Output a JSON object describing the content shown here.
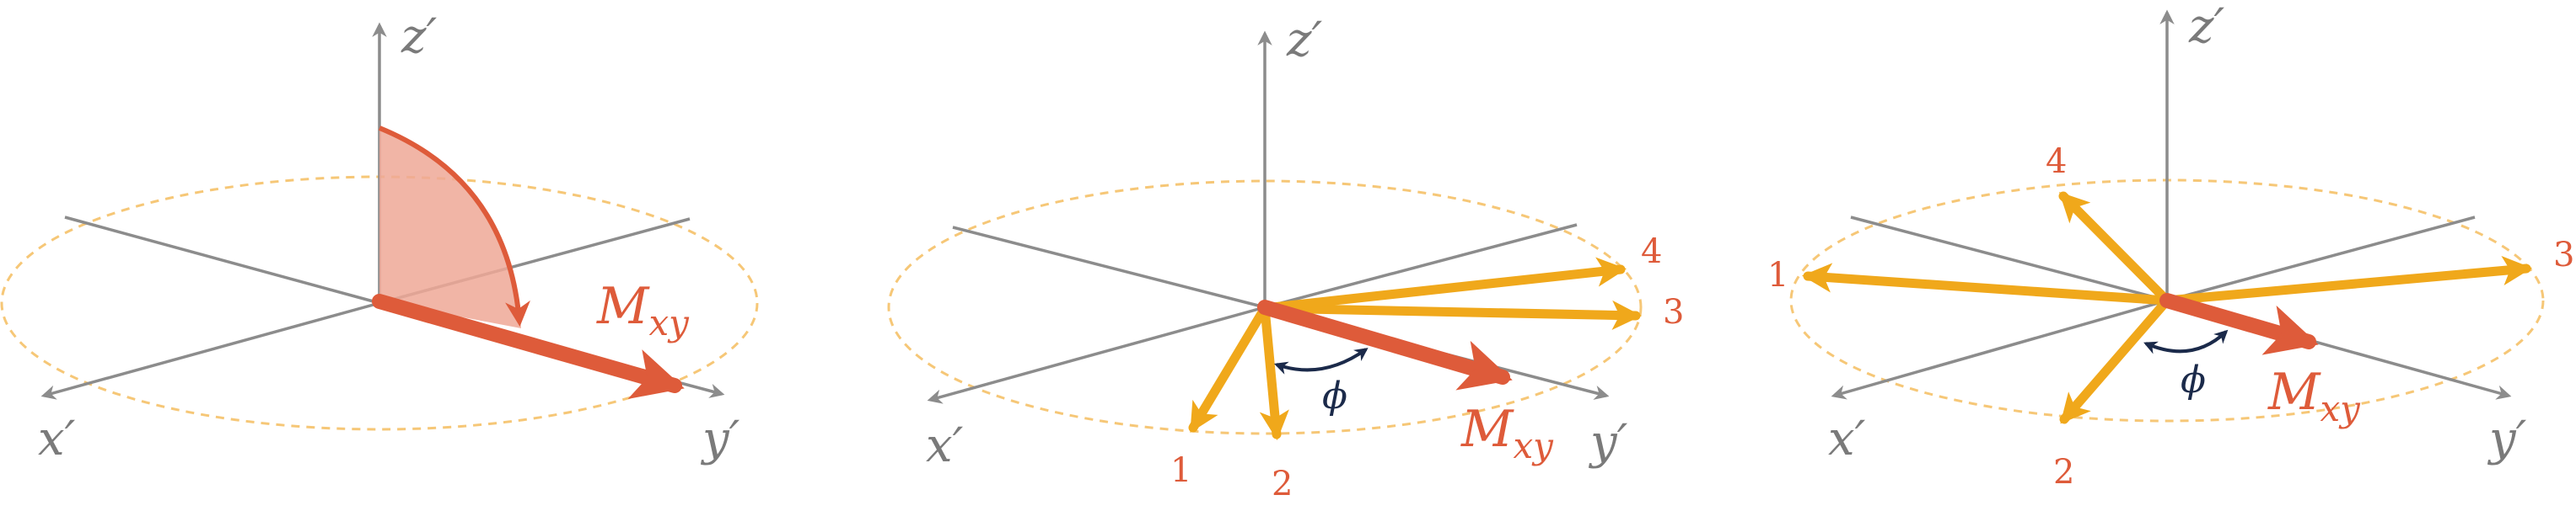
{
  "labels": {
    "x_axis": "x′",
    "y_axis": "y′",
    "z_axis": "z′",
    "magnetization_main": "M",
    "magnetization_sub": "xy",
    "phase_angle": "ϕ"
  },
  "panel2": {
    "spin_labels": [
      "1",
      "2",
      "3",
      "4"
    ]
  },
  "panel3": {
    "spin_labels": [
      "1",
      "2",
      "3",
      "4"
    ]
  },
  "colors": {
    "axis": "#8c8c8c",
    "ellipse": "#f6c777",
    "magnetization": "#de5b3a",
    "magnetization_fill": "#eea896",
    "spin_vectors": "#f0a81b",
    "spin_labels": "#de5b3a",
    "phase_arrow": "#1b2a4a"
  }
}
